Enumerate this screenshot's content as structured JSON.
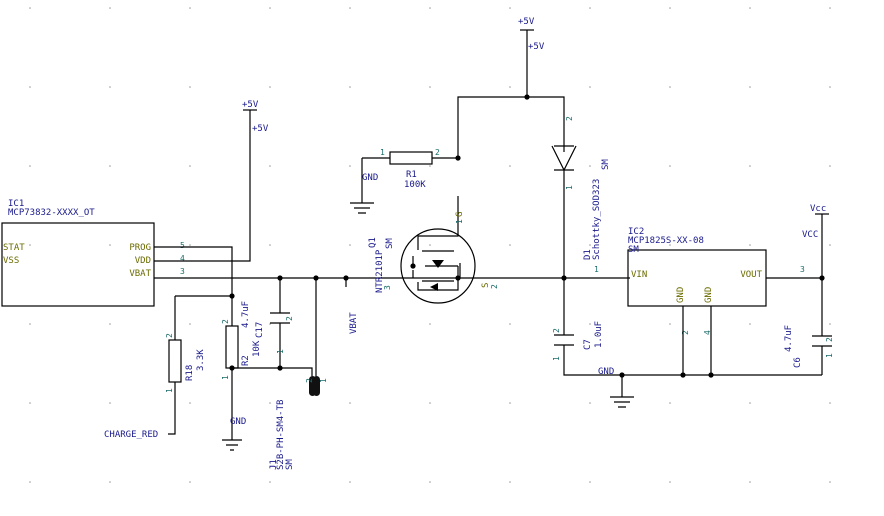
{
  "power": {
    "p5v_top": "+5V",
    "p5v_left": "+5V",
    "vcc": "Vcc",
    "vcc_net": "VCC",
    "gnd": "GND"
  },
  "ic1": {
    "ref": "IC1",
    "value": "MCP73832-XXXX_OT",
    "pins": {
      "stat": "STAT",
      "vss": "VSS",
      "prog": "PROG",
      "vdd": "VDD",
      "vbat": "VBAT"
    },
    "pin_nums": {
      "prog": "5",
      "vdd": "4",
      "vbat": "3"
    }
  },
  "r1": {
    "ref": "R1",
    "value": "100K",
    "pin1": "1",
    "pin2": "2"
  },
  "r2": {
    "ref": "R2",
    "value": "10K",
    "pin1": "1",
    "pin2": "2"
  },
  "r18": {
    "ref": "R18",
    "value": "3.3K",
    "pin1": "1",
    "pin2": "2"
  },
  "c17": {
    "ref": "C17",
    "value": "4.7uF",
    "pin1": "1",
    "pin2": "2"
  },
  "c7": {
    "ref": "C7",
    "value": "1.0uF",
    "pin1": "1",
    "pin2": "2"
  },
  "c6": {
    "ref": "C6",
    "value": "4.7uF",
    "pin1": "1",
    "pin2": "2"
  },
  "q1": {
    "ref": "Q1",
    "value": "NTR2101P",
    "package": "SM",
    "gate": "G",
    "source": "S",
    "gate_pin": "1",
    "drain_pin": "3",
    "source_pin": "2"
  },
  "d1": {
    "ref": "D1",
    "value": "Schottky_SOD323",
    "package": "SM",
    "pin1": "1",
    "pin2": "2"
  },
  "ic2": {
    "ref": "IC2",
    "value": "MCP1825S-XX-08",
    "package": "SM",
    "pins": {
      "vin": "VIN",
      "vout": "VOUT",
      "gnd1": "GND",
      "gnd2": "GND"
    },
    "pin_nums": {
      "vin": "1",
      "vout": "3",
      "gnd1": "2",
      "gnd2": "4"
    }
  },
  "j1": {
    "ref": "J1",
    "value": "S2B-PH-SM4-TB",
    "package": "SM",
    "pin1": "1",
    "pin2": "2"
  },
  "nets": {
    "vbat": "VBAT",
    "charge_red": "CHARGE_RED"
  }
}
